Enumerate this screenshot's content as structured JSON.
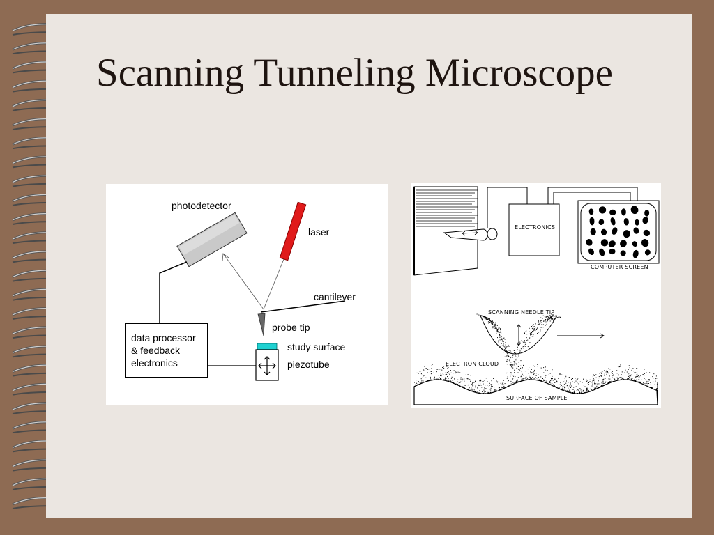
{
  "slide": {
    "title": "Scanning Tunneling Microscope",
    "colors": {
      "frame": "#8e6b53",
      "page": "#ebe6e1",
      "laser": "#e01a1a",
      "study_surface": "#1fd1d1",
      "photodetector": "#c8c8c8"
    }
  },
  "afm_diagram": {
    "photodetector": "photodetector",
    "laser": "laser",
    "cantilever": "cantilever",
    "probe_tip": "probe tip",
    "study_surface": "study surface",
    "piezotube": "piezotube",
    "processor_lines": [
      "data processor",
      "& feedback",
      "electronics"
    ]
  },
  "stm_diagram": {
    "electronics": "ELECTRONICS",
    "computer_screen": "COMPUTER SCREEN",
    "scanning_needle_tip": "SCANNING NEEDLE TIP",
    "electron_cloud": "ELECTRON CLOUD",
    "surface_of_sample": "SURFACE OF SAMPLE"
  }
}
